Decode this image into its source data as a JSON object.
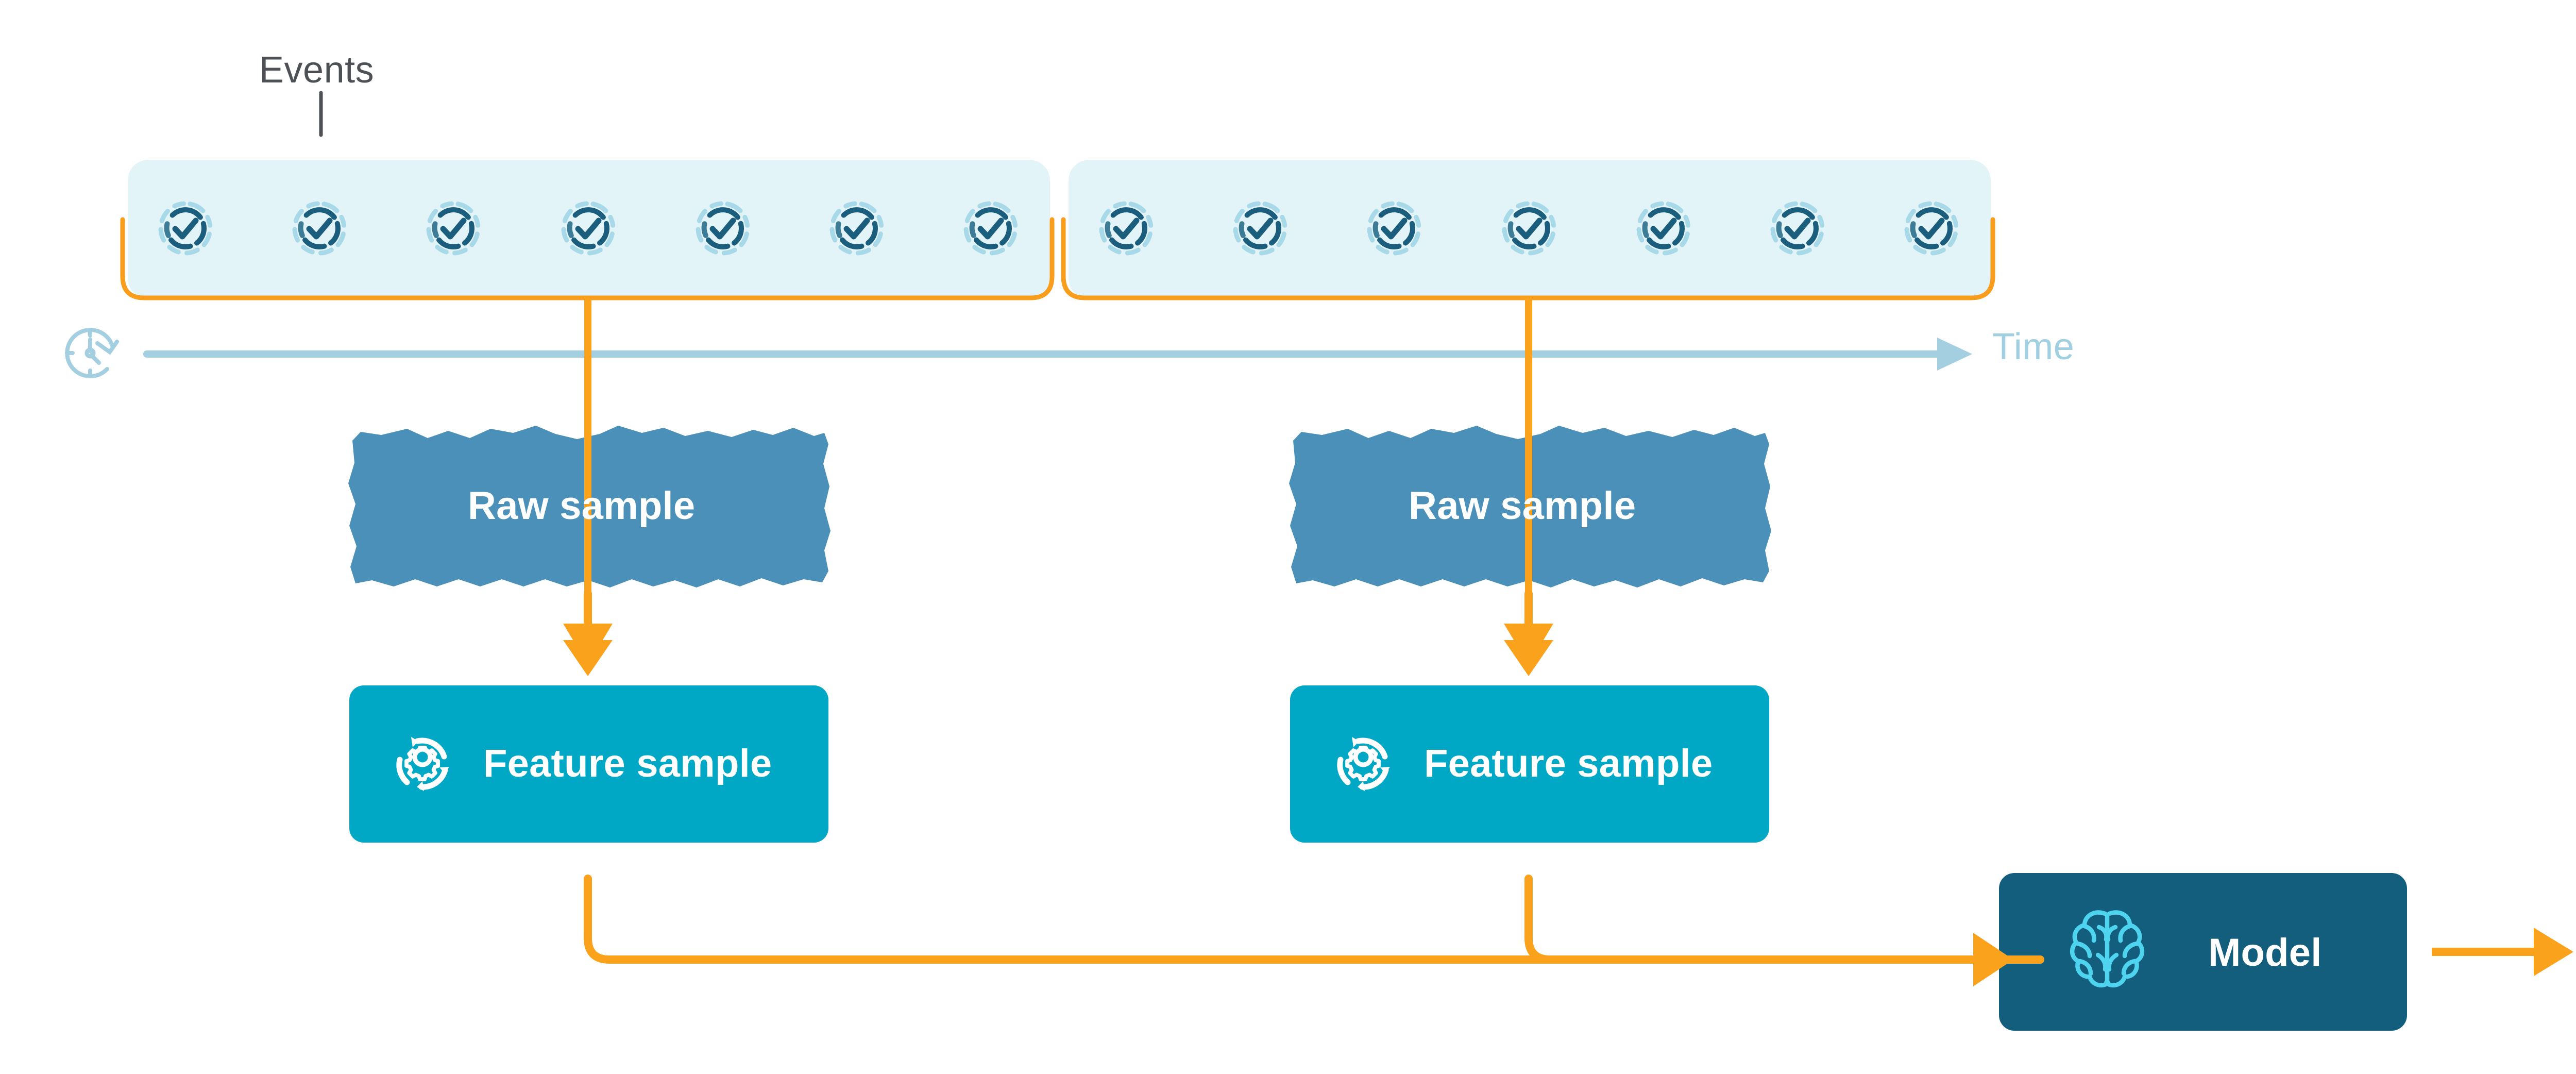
{
  "diagram": {
    "title": "Event sampling to model pipeline",
    "background": "#ffffff"
  },
  "colors": {
    "panel_fill": "#e3f4f8",
    "event_icon_dark": "#1a5d7d",
    "event_icon_light": "#a8d9e8",
    "bracket_orange": "#f99d1c",
    "arrow_orange": "#faa21b",
    "time_axis_blue": "#a3cfe0",
    "raw_sample_fill": "#4a90b8",
    "feature_sample_fill": "#00a8c6",
    "model_fill": "#135e7d",
    "model_icon_cyan": "#4fd4ef",
    "text_gray": "#4d5156",
    "text_white": "#ffffff"
  },
  "annotations": {
    "events_label": "Events",
    "time_label": "Time"
  },
  "event_groups": [
    {
      "id": "group-1",
      "event_count": 7,
      "icon": "check-circle-icon",
      "bracket": "orange-bracket"
    },
    {
      "id": "group-2",
      "event_count": 7,
      "icon": "check-circle-icon",
      "bracket": "orange-bracket"
    }
  ],
  "nodes": [
    {
      "id": "raw-sample-1",
      "label": "Raw sample",
      "shape": "torn-paper",
      "icon": null
    },
    {
      "id": "raw-sample-2",
      "label": "Raw sample",
      "shape": "torn-paper",
      "icon": null
    },
    {
      "id": "feature-sample-1",
      "label": "Feature sample",
      "shape": "rounded-rect",
      "icon": "gear-refresh-icon"
    },
    {
      "id": "feature-sample-2",
      "label": "Feature sample",
      "shape": "rounded-rect",
      "icon": "gear-refresh-icon"
    },
    {
      "id": "model",
      "label": "Model",
      "shape": "rounded-rect",
      "icon": "brain-icon"
    }
  ],
  "timeline": {
    "axis_icon": "clock-arrow-icon",
    "axis_label": "Time",
    "direction": "left-to-right"
  },
  "flows": [
    {
      "from": "group-1",
      "to": "raw-sample-1",
      "color": "#faa21b",
      "style": "arrow-down"
    },
    {
      "from": "group-2",
      "to": "raw-sample-2",
      "color": "#faa21b",
      "style": "arrow-down"
    },
    {
      "from": "raw-sample-1",
      "to": "feature-sample-1",
      "color": "#faa21b",
      "style": "arrow-down"
    },
    {
      "from": "raw-sample-2",
      "to": "feature-sample-2",
      "color": "#faa21b",
      "style": "arrow-down"
    },
    {
      "from": "feature-sample-1",
      "to": "model",
      "color": "#faa21b",
      "style": "elbow-right"
    },
    {
      "from": "feature-sample-2",
      "to": "model",
      "color": "#faa21b",
      "style": "elbow-right"
    },
    {
      "from": "model",
      "to": "output",
      "color": "#faa21b",
      "style": "arrow-right"
    }
  ]
}
